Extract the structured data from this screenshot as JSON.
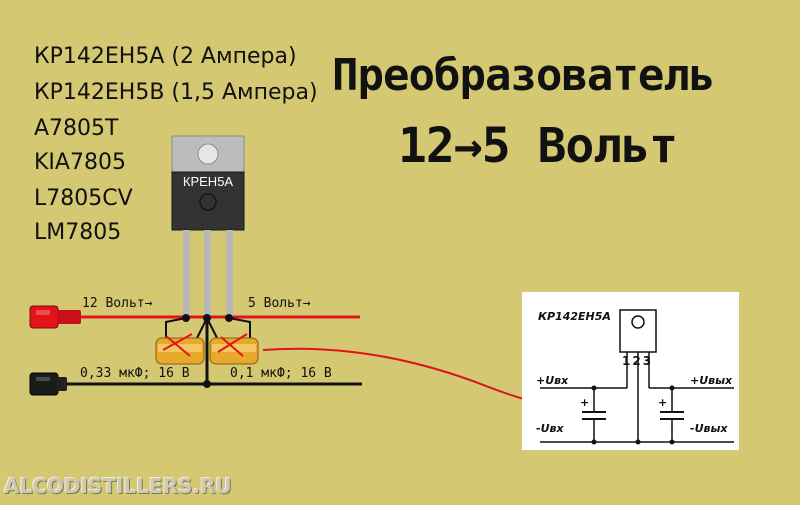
{
  "parts": [
    "КР142ЕН5А (2 Ампера)",
    "КР142ЕН5В (1,5 Ампера)",
    "A7805T",
    "KIA7805",
    "L7805CV",
    "LM7805"
  ],
  "title": {
    "line1": "Преобразователь",
    "line2": "12→5 Вольт"
  },
  "chip_label": "КРЕН5А",
  "wire_labels": {
    "input_voltage": "12 Вольт→",
    "output_voltage": "5 Вольт→",
    "cap_input": "0,33 мкФ; 16 В",
    "cap_output": "0,1 мкФ; 16 В"
  },
  "schematic": {
    "chip": "КР142ЕН5А",
    "pins": "123",
    "in_plus": "+Uвх",
    "in_minus": "-Uвх",
    "out_plus": "+Uвых",
    "out_minus": "-Uвых",
    "plus_sign": "+"
  },
  "watermark": "ALCODISTILLERS.RU",
  "colors": {
    "background": "#d4c872",
    "positive_wire": "#e0141a",
    "ground_wire": "#111111",
    "chip_body": "#333333",
    "heatsink_tab": "#bcbcbc",
    "capacitor": "#e7a92c"
  }
}
